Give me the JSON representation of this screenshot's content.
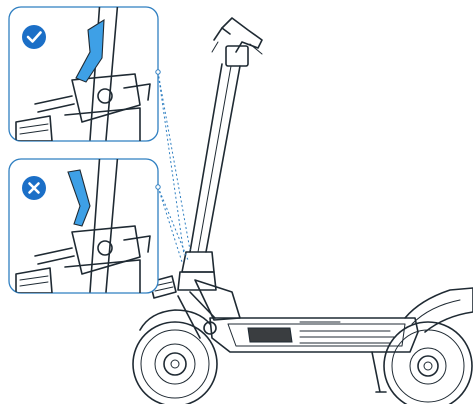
{
  "colors": {
    "accent": "#2f7fc1",
    "latch_highlight": "#3ea0e6",
    "ok": "#1b6fc7",
    "error": "#1b6fc7",
    "deck_dark": "#3a3d40",
    "stroke": "#1f2a33"
  },
  "icons": {
    "correct": "check-icon",
    "incorrect": "cross-icon"
  },
  "callouts": [
    {
      "name": "correct-fold-latch",
      "status": "correct"
    },
    {
      "name": "incorrect-fold-latch",
      "status": "incorrect"
    }
  ]
}
